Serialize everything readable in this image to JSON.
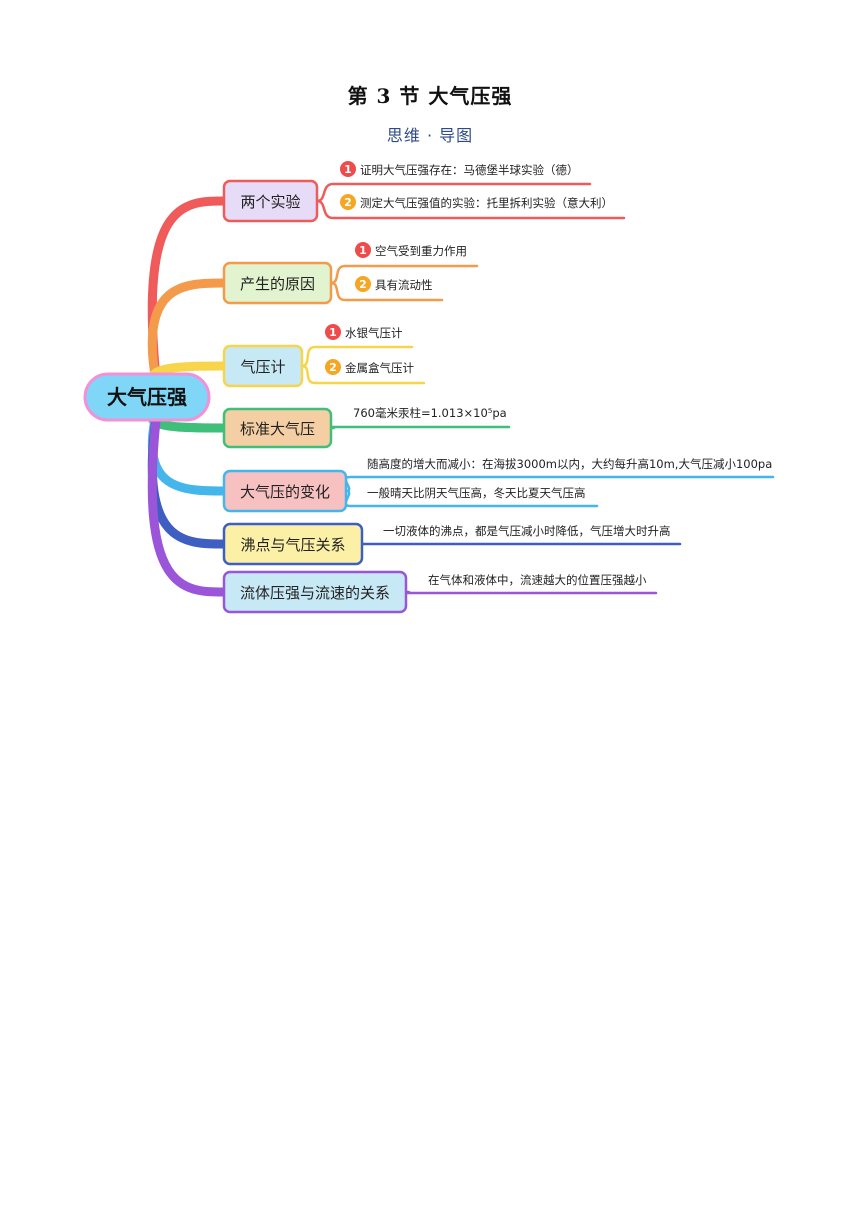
{
  "header": {
    "title": "第 3 节  大气压强",
    "subtitle": "思维 · 导图"
  },
  "mindmap": {
    "root": "大气压强",
    "branches": [
      {
        "label": "两个实验",
        "color": "#ef5b5b",
        "fill": "#e6dcf7",
        "items": [
          {
            "marker": "1",
            "text": "证明大气压强存在：马德堡半球实验（德）"
          },
          {
            "marker": "2",
            "text": "测定大气压强值的实验：托里拆利实验（意大利）"
          }
        ]
      },
      {
        "label": "产生的原因",
        "color": "#f39a4b",
        "fill": "#e2f3cf",
        "items": [
          {
            "marker": "1",
            "text": "空气受到重力作用"
          },
          {
            "marker": "2",
            "text": "具有流动性"
          }
        ]
      },
      {
        "label": "气压计",
        "color": "#f7d54a",
        "fill": "#c7e9f5",
        "items": [
          {
            "marker": "1",
            "text": "水银气压计"
          },
          {
            "marker": "2",
            "text": "金属盒气压计"
          }
        ]
      },
      {
        "label": "标准大气压",
        "color": "#3fbf7a",
        "fill": "#f3cfa3",
        "items": [
          {
            "marker": "",
            "text": "760毫米汞柱=1.013×10⁵pa"
          }
        ]
      },
      {
        "label": "大气压的变化",
        "color": "#45b6ec",
        "fill": "#f7c1c1",
        "items": [
          {
            "marker": "",
            "text": "随高度的增大而减小：在海拔3000m以内，大约每升高10m,大气压减小100pa"
          },
          {
            "marker": "",
            "text": "一般晴天比阴天气压高，冬天比夏天气压高"
          }
        ]
      },
      {
        "label": "沸点与气压关系",
        "color": "#3e5ec2",
        "fill": "#fbf0a6",
        "items": [
          {
            "marker": "",
            "text": "一切液体的沸点，都是气压减小时降低，气压增大时升高"
          }
        ]
      },
      {
        "label": "流体压强与流速的关系",
        "color": "#9a55d8",
        "fill": "#c7e9f5",
        "items": [
          {
            "marker": "",
            "text": "在气体和液体中，流速越大的位置压强越小"
          }
        ]
      }
    ]
  },
  "colors": {
    "root_fill": "#7fd6f7",
    "root_border": "#f290d8",
    "marker_1": "#ef4b4b",
    "marker_2": "#f5a623"
  }
}
